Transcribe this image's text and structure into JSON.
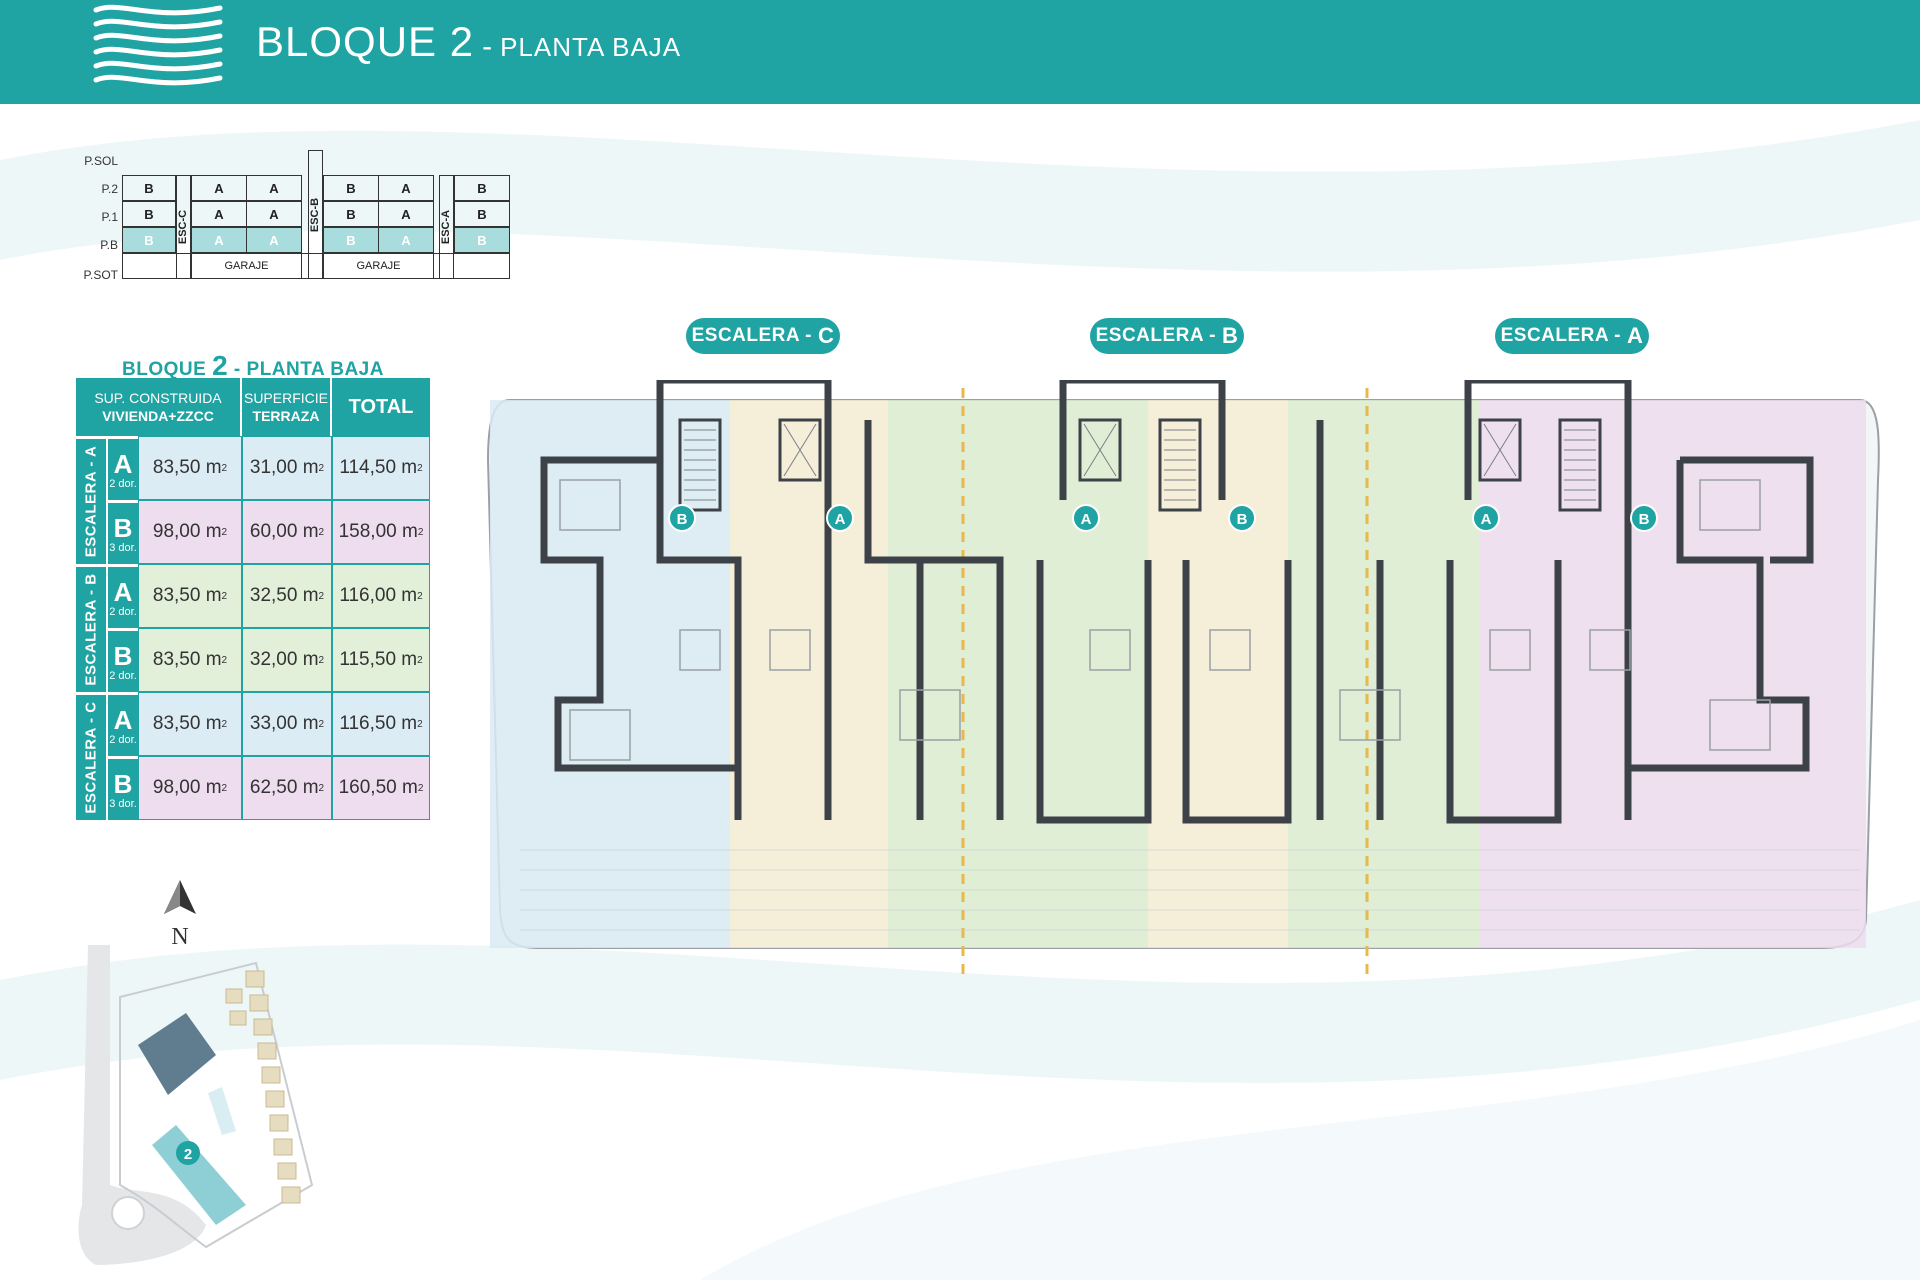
{
  "header": {
    "title_main": "BLOQUE 2",
    "title_sep": "-",
    "title_sub": "PLANTA BAJA",
    "color": "#1fa3a3"
  },
  "section": {
    "levels": [
      "P.SOL",
      "P.2",
      "P.1",
      "P.B",
      "P.SOT"
    ],
    "stairs": [
      "ESC-C",
      "ESC-B",
      "ESC-A"
    ],
    "row_p2": [
      "B",
      "A",
      "A",
      "B",
      "A",
      "B"
    ],
    "row_p1": [
      "B",
      "A",
      "A",
      "B",
      "A",
      "B"
    ],
    "row_pb": [
      "B",
      "A",
      "A",
      "B",
      "A",
      "B"
    ],
    "garage": [
      "GARAJE",
      "GARAJE"
    ]
  },
  "summary": {
    "title_pre": "BLOQUE",
    "title_num": "2",
    "title_post": "- PLANTA BAJA",
    "headers": {
      "built_1": "SUP. CONSTRUIDA",
      "built_2": "VIVIENDA+ZZCC",
      "terrace_1": "SUPERFICIE",
      "terrace_2": "TERRAZA",
      "total": "TOTAL"
    },
    "unit": "m",
    "unit_exp": "2",
    "stairs": [
      {
        "label": "ESCALERA - A",
        "rows": [
          {
            "type": "A",
            "beds": "2 dor.",
            "built": "83,50",
            "terrace": "31,00",
            "total": "114,50"
          },
          {
            "type": "B",
            "beds": "3 dor.",
            "built": "98,00",
            "terrace": "60,00",
            "total": "158,00"
          }
        ]
      },
      {
        "label": "ESCALERA - B",
        "rows": [
          {
            "type": "A",
            "beds": "2 dor.",
            "built": "83,50",
            "terrace": "32,50",
            "total": "116,00"
          },
          {
            "type": "B",
            "beds": "2 dor.",
            "built": "83,50",
            "terrace": "32,00",
            "total": "115,50"
          }
        ]
      },
      {
        "label": "ESCALERA - C",
        "rows": [
          {
            "type": "A",
            "beds": "2 dor.",
            "built": "83,50",
            "terrace": "33,00",
            "total": "116,50"
          },
          {
            "type": "B",
            "beds": "3 dor.",
            "built": "98,00",
            "terrace": "62,50",
            "total": "160,50"
          }
        ]
      }
    ],
    "row_colors": [
      "#dcecf5",
      "#eedcef",
      "#e2efd9",
      "#e2efd9",
      "#dcecf5",
      "#eedcef"
    ]
  },
  "compass": {
    "label": "N"
  },
  "site": {
    "block_number": "2"
  },
  "plan": {
    "stair_pills": [
      {
        "pre": "ESCALERA -",
        "letter": "C"
      },
      {
        "pre": "ESCALERA -",
        "letter": "B"
      },
      {
        "pre": "ESCALERA -",
        "letter": "A"
      }
    ],
    "markers": [
      "B",
      "A",
      "A",
      "B",
      "A",
      "B"
    ],
    "zone_colors": [
      "#d9eaf3",
      "#f5ecd2",
      "#dcecd0",
      "#dcecd0",
      "#f5ecd2",
      "#dcecd0",
      "#eddcee"
    ],
    "wall_color": "#3d4148"
  }
}
